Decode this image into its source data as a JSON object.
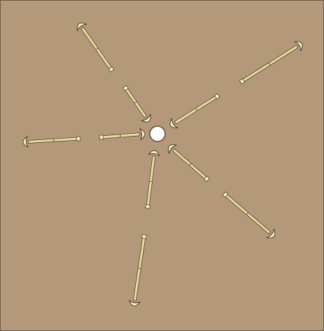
{
  "game": {
    "background_color": "#b3997a",
    "frame_color": "#6b5a48",
    "shaft_fill": "#f3e6a6",
    "shaft_stroke": "#4a3f2e",
    "head_fill": "#f7f1c8",
    "center_marker_fill": "#ffffff",
    "center_marker_stroke": "#5c4a35",
    "arrows": [
      {
        "id": "north-west-outer",
        "kind": "outward",
        "icon": "arrow-head-icon"
      },
      {
        "id": "north-east-outer",
        "kind": "outward",
        "icon": "arrow-head-icon"
      },
      {
        "id": "west-outer",
        "kind": "outward",
        "icon": "arrow-head-icon"
      },
      {
        "id": "south-east-outer",
        "kind": "outward",
        "icon": "arrow-head-icon"
      },
      {
        "id": "south-outer",
        "kind": "outward",
        "icon": "arrow-head-icon"
      },
      {
        "id": "north-west-inner",
        "kind": "inward",
        "icon": "arrow-head-icon"
      },
      {
        "id": "north-east-inner",
        "kind": "inward",
        "icon": "arrow-head-icon"
      },
      {
        "id": "west-inner",
        "kind": "inward",
        "icon": "arrow-head-icon"
      },
      {
        "id": "south-east-inner",
        "kind": "inward",
        "icon": "arrow-head-icon"
      },
      {
        "id": "south-inner",
        "kind": "inward",
        "icon": "arrow-head-icon"
      }
    ]
  }
}
